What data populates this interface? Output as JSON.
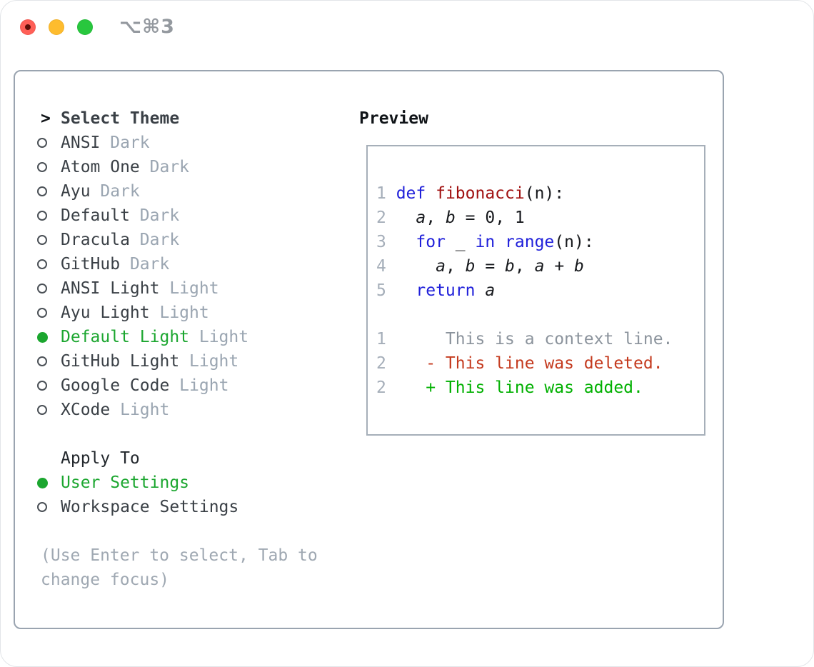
{
  "window": {
    "title": "⌥⌘3"
  },
  "traffic_lights": [
    {
      "icon": "close-icon"
    },
    {
      "icon": "minimize-icon"
    },
    {
      "icon": "zoom-icon"
    }
  ],
  "theme_selector": {
    "header_prefix": ">",
    "header_label": "Select Theme",
    "items": [
      {
        "name": "ANSI",
        "variant": "Dark",
        "selected": false
      },
      {
        "name": "Atom One",
        "variant": "Dark",
        "selected": false
      },
      {
        "name": "Ayu",
        "variant": "Dark",
        "selected": false
      },
      {
        "name": "Default",
        "variant": "Dark",
        "selected": false
      },
      {
        "name": "Dracula",
        "variant": "Dark",
        "selected": false
      },
      {
        "name": "GitHub",
        "variant": "Dark",
        "selected": false
      },
      {
        "name": "ANSI Light",
        "variant": "Light",
        "selected": false
      },
      {
        "name": "Ayu Light",
        "variant": "Light",
        "selected": false
      },
      {
        "name": "Default Light",
        "variant": "Light",
        "selected": true
      },
      {
        "name": "GitHub Light",
        "variant": "Light",
        "selected": false
      },
      {
        "name": "Google Code",
        "variant": "Light",
        "selected": false
      },
      {
        "name": "XCode",
        "variant": "Light",
        "selected": false
      }
    ],
    "apply_to_label": "Apply To",
    "apply_to_options": [
      {
        "label": "User Settings",
        "selected": true
      },
      {
        "label": "Workspace Settings",
        "selected": false
      }
    ],
    "hint_lines": [
      "(Use Enter to select, Tab to",
      "change focus)"
    ]
  },
  "preview": {
    "title": "Preview",
    "code_lines": [
      {
        "num": "1",
        "tokens": [
          {
            "t": "kw",
            "s": "def"
          },
          {
            "t": "p",
            "s": " "
          },
          {
            "t": "fn",
            "s": "fibonacci"
          },
          {
            "t": "p",
            "s": "(n):"
          }
        ]
      },
      {
        "num": "2",
        "tokens": [
          {
            "t": "p",
            "s": "  "
          },
          {
            "t": "var",
            "s": "a"
          },
          {
            "t": "p",
            "s": ", "
          },
          {
            "t": "var",
            "s": "b"
          },
          {
            "t": "p",
            "s": " = 0, 1"
          }
        ]
      },
      {
        "num": "3",
        "tokens": [
          {
            "t": "p",
            "s": "  "
          },
          {
            "t": "kw",
            "s": "for"
          },
          {
            "t": "p",
            "s": " _ "
          },
          {
            "t": "kw",
            "s": "in"
          },
          {
            "t": "p",
            "s": " "
          },
          {
            "t": "kw",
            "s": "range"
          },
          {
            "t": "p",
            "s": "(n):"
          }
        ]
      },
      {
        "num": "4",
        "tokens": [
          {
            "t": "p",
            "s": "    "
          },
          {
            "t": "var",
            "s": "a"
          },
          {
            "t": "p",
            "s": ", "
          },
          {
            "t": "var",
            "s": "b"
          },
          {
            "t": "p",
            "s": " = "
          },
          {
            "t": "var",
            "s": "b"
          },
          {
            "t": "p",
            "s": ", "
          },
          {
            "t": "var",
            "s": "a"
          },
          {
            "t": "p",
            "s": " + "
          },
          {
            "t": "var",
            "s": "b"
          }
        ]
      },
      {
        "num": "5",
        "tokens": [
          {
            "t": "p",
            "s": "  "
          },
          {
            "t": "kw",
            "s": "return"
          },
          {
            "t": "p",
            "s": " "
          },
          {
            "t": "var",
            "s": "a"
          }
        ]
      }
    ],
    "diff_lines": [
      {
        "num": "1",
        "type": "context",
        "content": "     This is a context line."
      },
      {
        "num": "2",
        "type": "deleted",
        "content": "   - This line was deleted."
      },
      {
        "num": "2",
        "type": "added",
        "content": "   + This line was added."
      }
    ]
  },
  "colors": {
    "keyword": "#2020da",
    "function": "#a01010",
    "context": "#8b939c",
    "deleted": "#c43a1e",
    "added": "#00b000",
    "selected_green": "#1ba62f",
    "line_number": "#a5aeb9",
    "secondary": "#9aa5b1",
    "traffic_red": "#ff5f57",
    "traffic_yellow": "#febc2e",
    "traffic_green": "#28c73e"
  }
}
